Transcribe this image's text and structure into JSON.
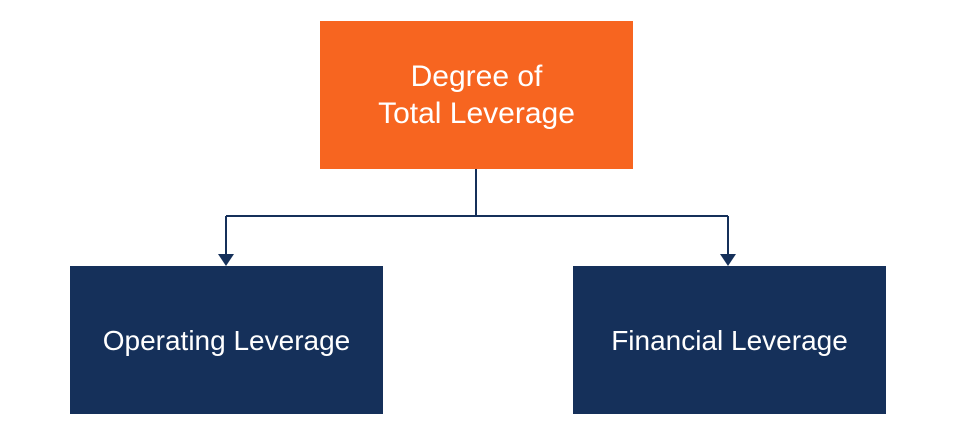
{
  "colors": {
    "top_box": "#f76520",
    "child_box": "#15305a",
    "connector": "#15305a",
    "text": "#ffffff"
  },
  "nodes": {
    "root": {
      "line1": "Degree of",
      "line2": "Total Leverage"
    },
    "left": {
      "label": "Operating Leverage"
    },
    "right": {
      "label": "Financial Leverage"
    }
  }
}
